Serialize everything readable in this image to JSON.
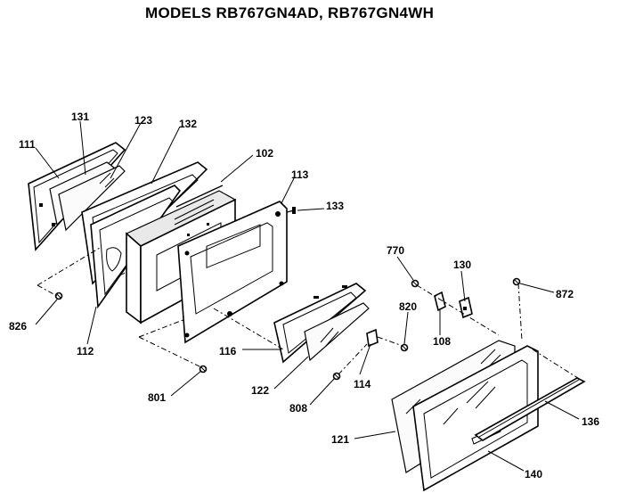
{
  "title": "MODELS RB767GN4AD, RB767GN4WH",
  "parts": {
    "p111": "111",
    "p131": "131",
    "p123": "123",
    "p132": "132",
    "p102": "102",
    "p113": "113",
    "p133": "133",
    "p826": "826",
    "p112": "112",
    "p116": "116",
    "p801": "801",
    "p122": "122",
    "p808": "808",
    "p114": "114",
    "p820": "820",
    "p770": "770",
    "p130": "130",
    "p108": "108",
    "p872": "872",
    "p121": "121",
    "p136": "136",
    "p140": "140"
  }
}
